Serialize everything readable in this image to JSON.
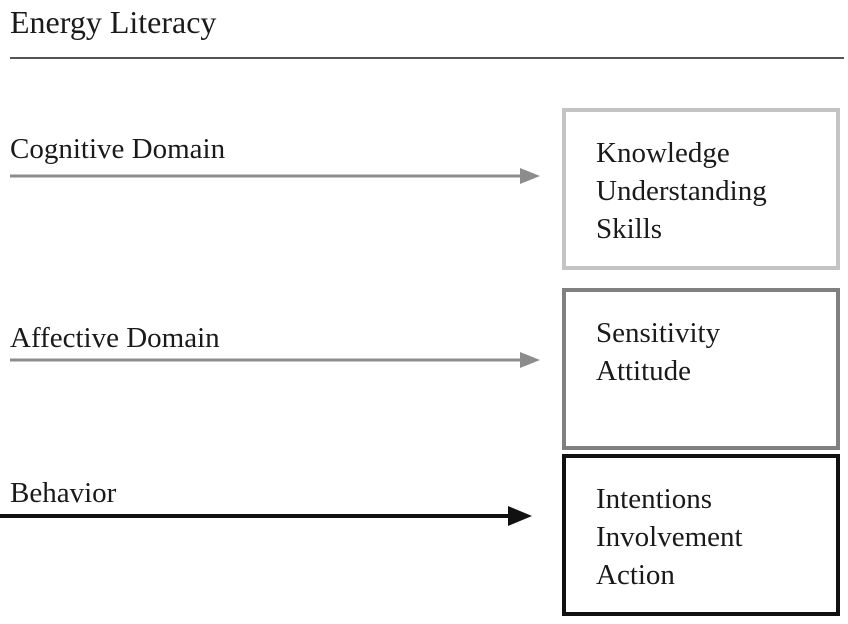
{
  "title": "Energy Literacy",
  "rows": [
    {
      "id": "cognitive",
      "label": "Cognitive Domain",
      "items": [
        "Knowledge",
        "Understanding",
        "Skills"
      ],
      "arrow_color": "#8c8c8c",
      "box_border_color": "#c4c4c4"
    },
    {
      "id": "affective",
      "label": "Affective Domain",
      "items": [
        "Sensitivity",
        "Attitude"
      ],
      "arrow_color": "#8c8c8c",
      "box_border_color": "#808080"
    },
    {
      "id": "behavior",
      "label": "Behavior",
      "items": [
        "Intentions",
        "Involvement",
        "Action"
      ],
      "arrow_color": "#111111",
      "box_border_color": "#111111"
    }
  ]
}
